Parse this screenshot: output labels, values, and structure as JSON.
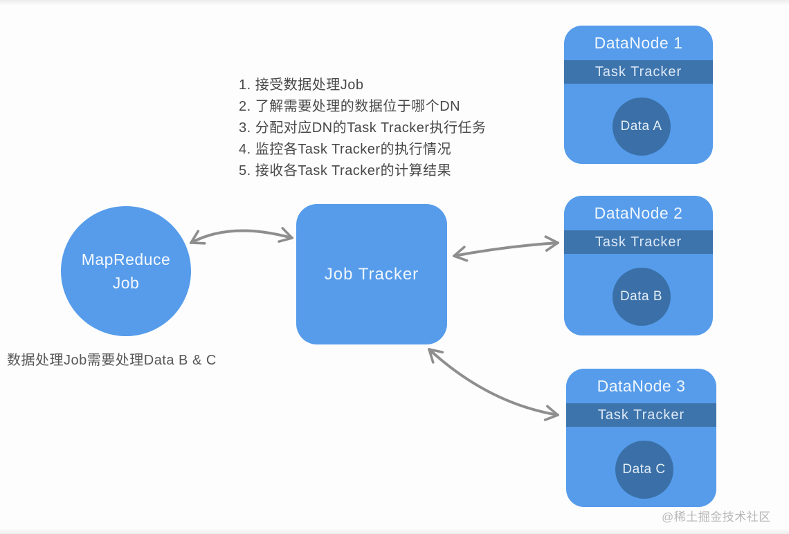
{
  "colors": {
    "node_blue": "#569CEB",
    "band_blue": "#3E74AC",
    "data_circle_blue": "#3A70A7",
    "arrow_gray": "#8E8E8E",
    "text_gray": "#484848",
    "watermark_gray": "#B7B7B7",
    "node_text": "#F0F6FD"
  },
  "mapreduce_job": {
    "line1": "MapReduce",
    "line2": "Job"
  },
  "job_tracker": {
    "label": "Job Tracker"
  },
  "job_tracker_duties": [
    "1. 接受数据处理Job",
    "2. 了解需要处理的数据位于哪个DN",
    "3. 分配对应DN的Task Tracker执行任务",
    "4. 监控各Task Tracker的执行情况",
    "5. 接收各Task Tracker的计算结果"
  ],
  "datanodes": [
    {
      "title": "DataNode 1",
      "tracker": "Task Tracker",
      "data": "Data A"
    },
    {
      "title": "DataNode 2",
      "tracker": "Task Tracker",
      "data": "Data B"
    },
    {
      "title": "DataNode 3",
      "tracker": "Task Tracker",
      "data": "Data C"
    }
  ],
  "note": "数据处理Job需要处理Data B & C",
  "watermark": "@稀土掘金技术社区"
}
